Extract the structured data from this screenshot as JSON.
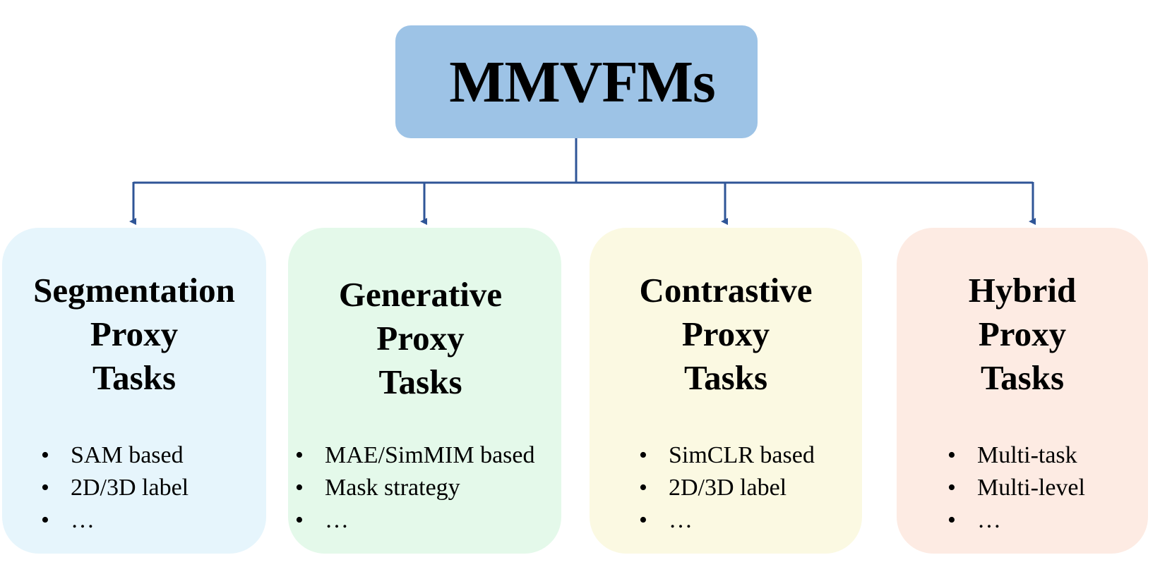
{
  "root": {
    "title": "MMVFMs",
    "color": "#9dc3e6"
  },
  "connector_color": "#2f5597",
  "categories": [
    {
      "title_lines": [
        "Segmentation",
        "Proxy",
        "Tasks"
      ],
      "color": "#e6f5fc",
      "items": [
        "SAM based",
        "2D/3D label",
        "…"
      ]
    },
    {
      "title_lines": [
        "Generative",
        "Proxy",
        "Tasks"
      ],
      "color": "#e4f9ea",
      "items": [
        "MAE/SimMIM based",
        "Mask strategy",
        "…"
      ]
    },
    {
      "title_lines": [
        "Contrastive",
        "Proxy",
        "Tasks"
      ],
      "color": "#fbf9e2",
      "items": [
        "SimCLR based",
        "2D/3D label",
        "…"
      ]
    },
    {
      "title_lines": [
        "Hybrid",
        "Proxy",
        "Tasks"
      ],
      "color": "#fdebe3",
      "items": [
        "Multi-task",
        "Multi-level",
        "…"
      ]
    }
  ]
}
